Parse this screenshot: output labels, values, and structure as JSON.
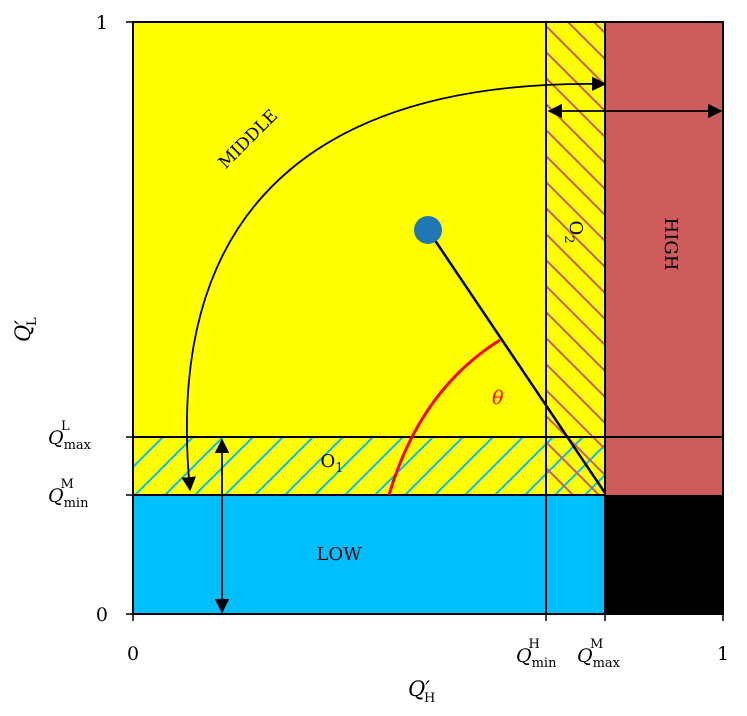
{
  "axes": {
    "x_label": "Q′",
    "x_label_sub": "H",
    "y_label": "Q′",
    "y_label_sub": "L",
    "x_ticks": [
      {
        "main": "0",
        "sub": "",
        "sup": ""
      },
      {
        "main": "Q",
        "sub": "min",
        "sup": "H"
      },
      {
        "main": "Q",
        "sub": "max",
        "sup": "M"
      },
      {
        "main": "1",
        "sub": "",
        "sup": ""
      }
    ],
    "y_ticks": [
      {
        "main": "0",
        "sub": "",
        "sup": ""
      },
      {
        "main": "Q",
        "sub": "min",
        "sup": "M"
      },
      {
        "main": "Q",
        "sub": "max",
        "sup": "L"
      },
      {
        "main": "1",
        "sub": "",
        "sup": ""
      }
    ]
  },
  "regions": {
    "middle": "MIDDLE",
    "low": "LOW",
    "high": "HIGH",
    "overlap1_main": "O",
    "overlap1_sub": "1",
    "overlap2_main": "O",
    "overlap2_sub": "2"
  },
  "angle_label": "θ",
  "colors": {
    "middle": "#ffff00",
    "low": "#00bfff",
    "high": "#cd5c5c",
    "corner": "#000000",
    "hatch1": "#00bfff",
    "hatch2": "#cd5c5c",
    "point": "#1f77b4",
    "angle_arc": "#ff0000"
  }
}
